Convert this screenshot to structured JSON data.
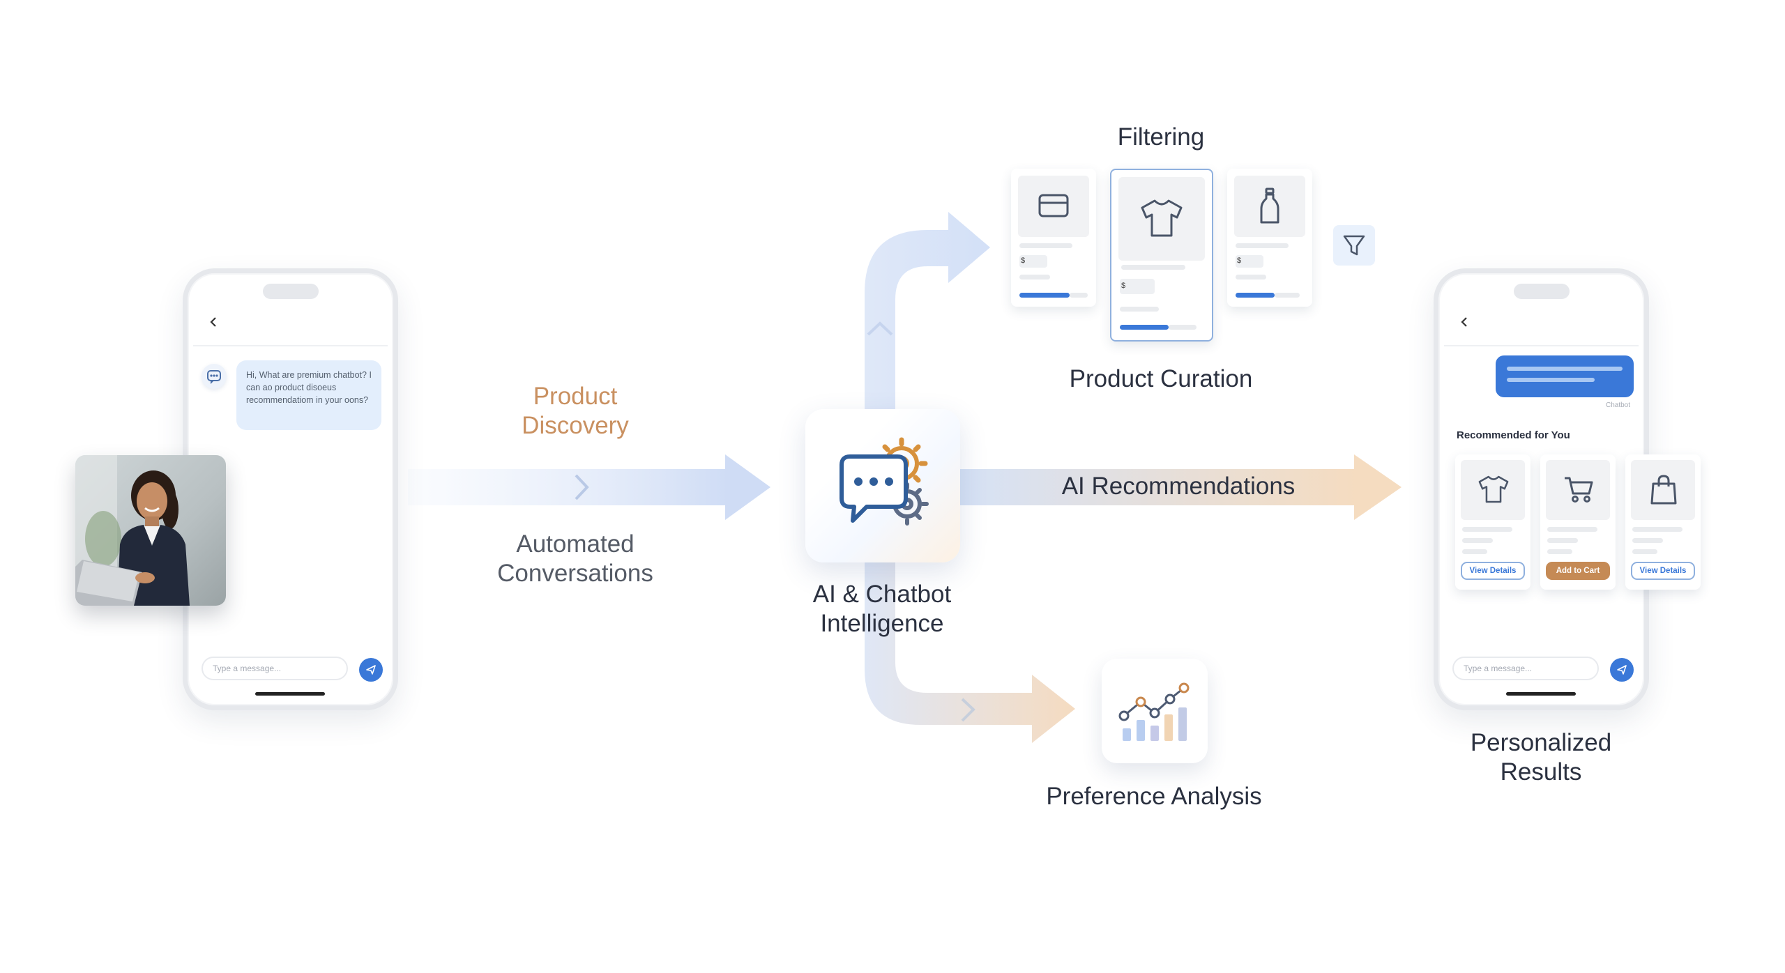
{
  "left_phone": {
    "bot_message": "Hi, What are premium chatbot? I can ao product disoeus recommendatiom in your oons?",
    "input_placeholder": "Type a message..."
  },
  "labels": {
    "product_discovery": "Product Discovery",
    "automated_conversations": "Automated Conversations",
    "center": "AI & Chatbot Intelligence",
    "filtering": "Filtering",
    "product_curation": "Product Curation",
    "ai_recommendations": "AI Recommendations",
    "preference_analysis": "Preference Analysis",
    "personalized_results": "Personalized Results"
  },
  "product_cards": [
    {
      "icon": "card-icon",
      "price": "$"
    },
    {
      "icon": "tshirt-icon",
      "price": "$"
    },
    {
      "icon": "bottle-icon",
      "price": "$"
    }
  ],
  "right_phone": {
    "chatbot_tag": "Chatbot",
    "rec_title": "Recommended for You",
    "cards": [
      {
        "icon": "tshirt-icon",
        "button": "View Details"
      },
      {
        "icon": "cart-icon",
        "button": "Add to Cart"
      },
      {
        "icon": "bag-icon",
        "button": "View Details"
      }
    ],
    "input_placeholder": "Type a message..."
  },
  "colors": {
    "accent_blue": "#3a78d8",
    "accent_orange": "#c58a55",
    "flow_blue": "#dde7f8",
    "flow_peach": "#f7e3cd"
  }
}
